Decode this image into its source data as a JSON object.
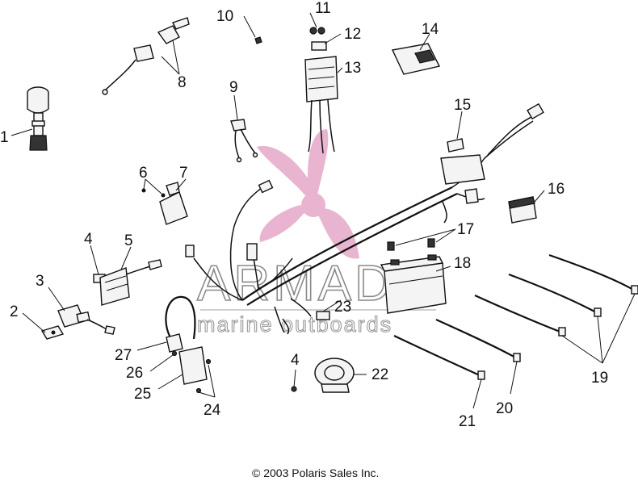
{
  "callouts": [
    "1",
    "2",
    "3",
    "4",
    "5",
    "6",
    "7",
    "8",
    "9",
    "10",
    "11",
    "12",
    "13",
    "14",
    "15",
    "16",
    "17",
    "18",
    "19",
    "20",
    "21",
    "22",
    "23",
    "24",
    "25",
    "26",
    "27",
    "4"
  ],
  "watermark": {
    "title": "ARMADA",
    "subtitle": "marine outboards",
    "logo_color": "#e8b4d0",
    "text_color": "#8a8a8a"
  },
  "copyright": "© 2003 Polaris Sales Inc."
}
